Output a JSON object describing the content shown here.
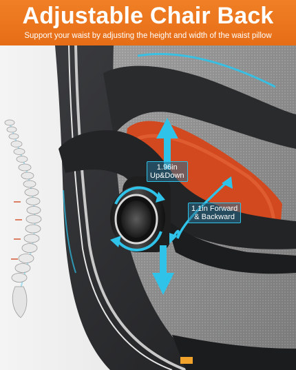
{
  "banner": {
    "title": "Adjustable Chair Back",
    "subtitle": "Support your waist by adjusting the height and width of the waist pillow"
  },
  "callouts": {
    "height": {
      "line1": "1.96in",
      "line2": "Up&Down"
    },
    "depth": {
      "line1": "1.1in Forward",
      "line2": "& Backward"
    }
  },
  "colors": {
    "banner": "#f07f25",
    "accent": "#2fc3ea",
    "frame": "#2b2c2e",
    "cushion": "#d2481f"
  },
  "icons": [
    "up-arrow-icon",
    "down-arrow-icon",
    "forward-backward-arrow-icon",
    "rotation-ring-icon",
    "spine-illustration"
  ]
}
